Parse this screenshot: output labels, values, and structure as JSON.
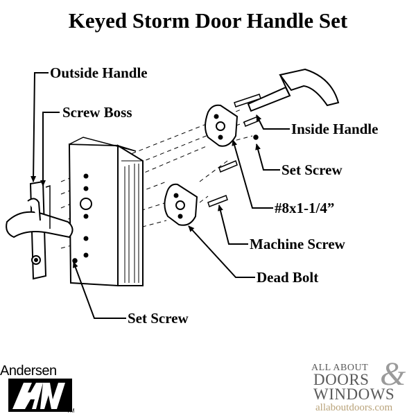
{
  "title": "Keyed Storm Door Handle Set",
  "labels": {
    "outside_handle": "Outside Handle",
    "screw_boss": "Screw Boss",
    "inside_handle": "Inside Handle",
    "set_screw_top": "Set Screw",
    "screw_size": "#8x1-1/4”",
    "machine_screw": "Machine Screw",
    "dead_bolt": "Dead Bolt",
    "set_screw_bottom": "Set Screw"
  },
  "logos": {
    "andersen": "Andersen",
    "andersen_mark": "AW",
    "andersen_tm": "TM",
    "aad_line1": "ALL ABOUT",
    "aad_doors": "DOORS",
    "aad_amp": "&",
    "aad_windows": "WINDOWS",
    "aad_url": "allaboutdoors.com"
  }
}
